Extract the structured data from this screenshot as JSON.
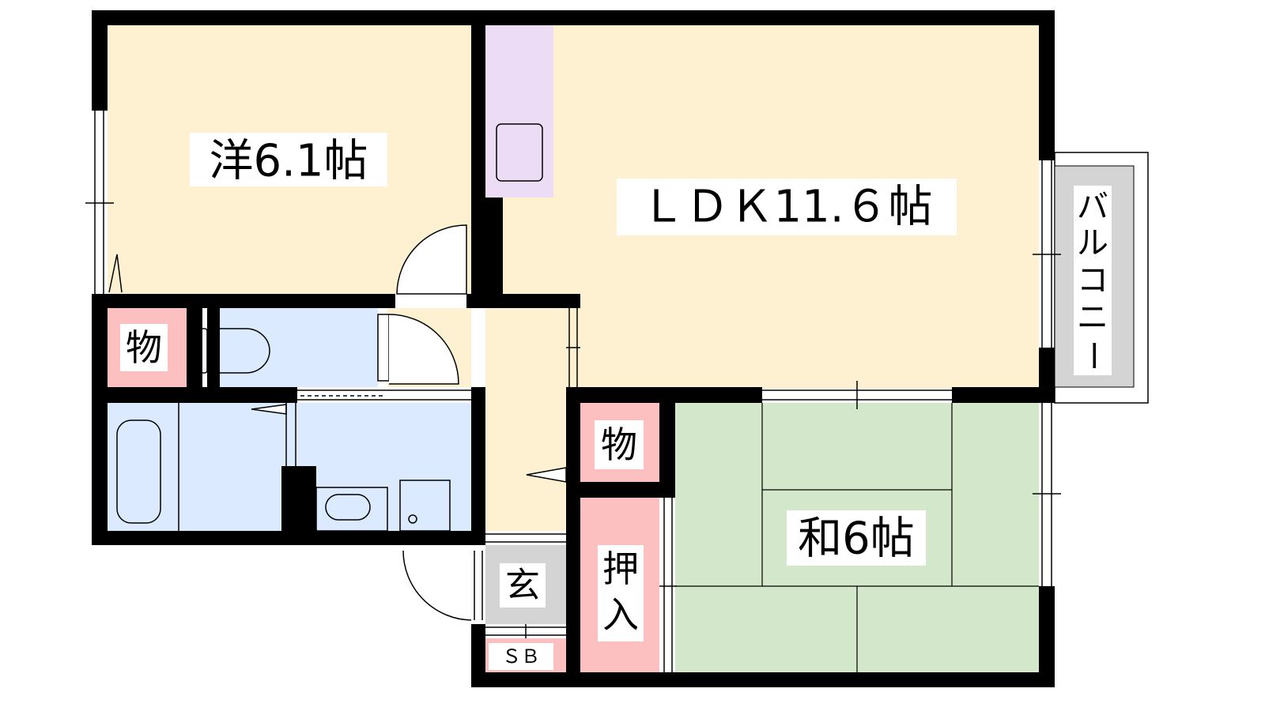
{
  "rooms": {
    "western": "洋6.1帖",
    "ldk": "ＬＤＫ11.６帖",
    "japanese": "和6帖",
    "storage_left": "物",
    "storage_right": "物",
    "closet": [
      "押",
      "入"
    ],
    "entrance": "玄",
    "shoe_box": "ＳＢ",
    "balcony": [
      "バ",
      "ル",
      "コ",
      "ニ",
      "ー"
    ]
  },
  "colors": {
    "western_floor": "#fdf1d2",
    "kitchen": "#ecdcf5",
    "wet_area": "#dbeafe",
    "storage": "#fdc0c0",
    "tatami": "#d3e8cb",
    "entrance": "#d4d4d4",
    "balcony": "#d4d4d4",
    "wall": "#000000"
  }
}
